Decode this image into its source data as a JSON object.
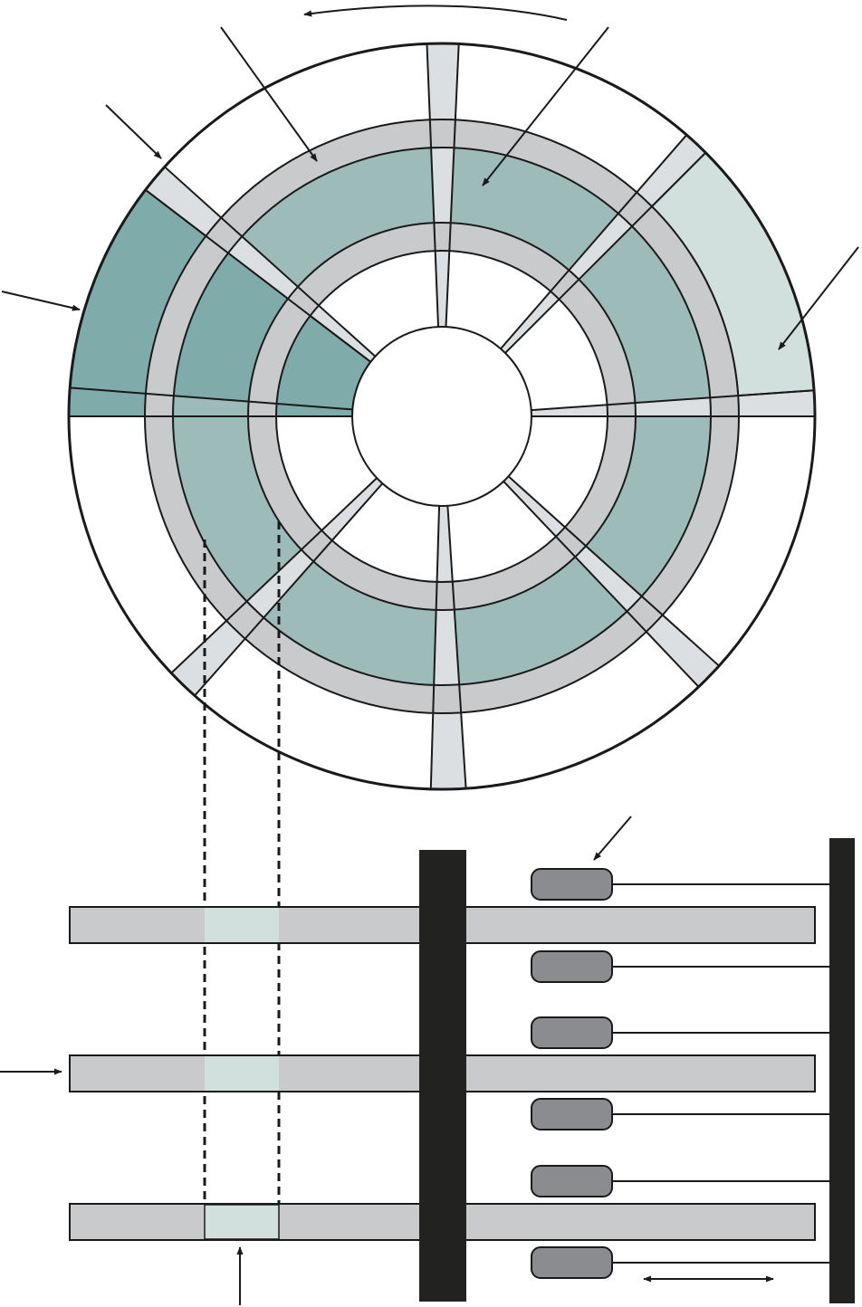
{
  "title": "",
  "colors": {
    "stroke": "#1a1a1a",
    "gap_gray": "#dcdfe1",
    "band_gray": "#c8cacc",
    "sector_teal": "#9dbbb9",
    "sector_dark_teal": "#7fabaa",
    "sector_light": "#d1dfdd",
    "platter": "#c8cacc",
    "platter_highlight": "#d1dfdd",
    "head": "#8b8c90",
    "spindle": "#222220"
  },
  "disk": {
    "sector_count": 8,
    "track_count": 2,
    "rotation_direction": "counterclockwise"
  },
  "stack": {
    "platter_count": 3,
    "head_count": 6
  }
}
